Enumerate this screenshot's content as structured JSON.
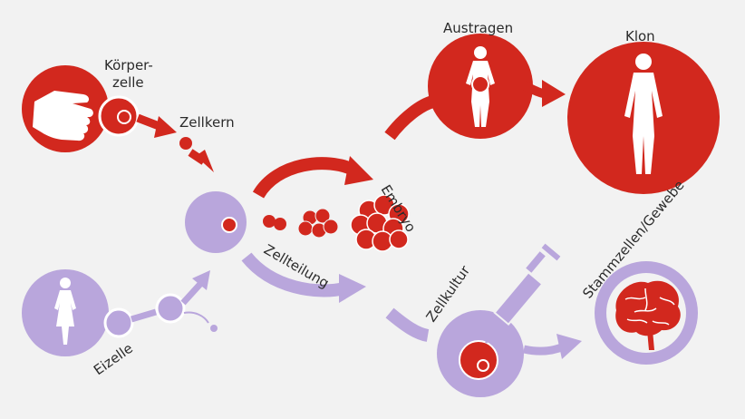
{
  "labels": {
    "koerperzelle_line1": "Körper-",
    "koerperzelle_line2": "zelle",
    "zellkern": "Zellkern",
    "austragen": "Austragen",
    "klon": "Klon",
    "embryo": "Embryo",
    "zellteilung": "Zellteilung",
    "eizelle": "Eizelle",
    "zellkultur": "Zellkultur",
    "stammzellen": "Stammzellen/Gewebe"
  },
  "colors": {
    "red": "#d2281e",
    "red_dark": "#a51c14",
    "purple": "#b9a6dc",
    "purple_dark": "#9c86c6",
    "white": "#ffffff",
    "background": "#f2f2f2",
    "text": "#2b2b2b"
  },
  "icons": {
    "hand": "hand-icon",
    "female_body": "female-silhouette-icon",
    "pregnant_body": "pregnant-silhouette-icon",
    "clone_body": "clone-silhouette-icon",
    "syringe": "syringe-icon",
    "brain": "brain-icon"
  }
}
